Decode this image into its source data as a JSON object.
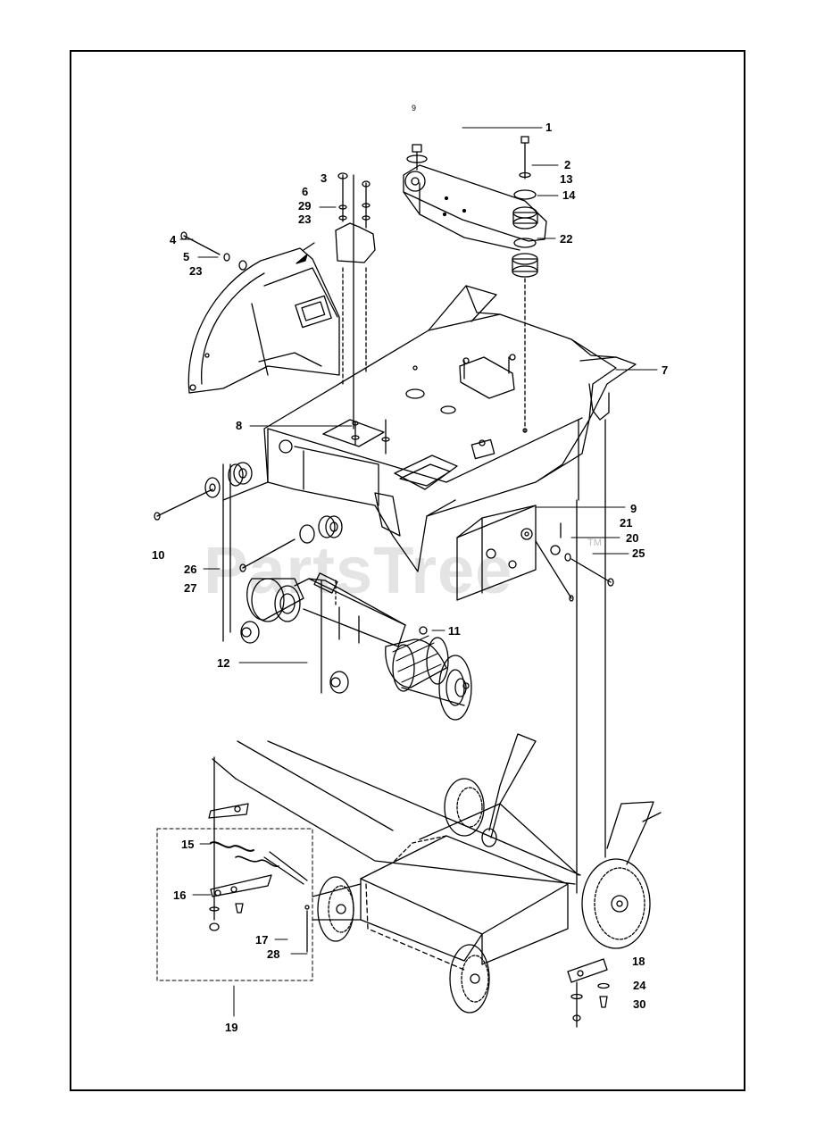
{
  "watermark": {
    "text": "PartsTree",
    "tm": "TM"
  },
  "ref_mark": "9",
  "callouts": {
    "c1": "1",
    "c2": "2",
    "c13": "13",
    "c14": "14",
    "c22": "22",
    "c3": "3",
    "c6": "6",
    "c29": "29",
    "c23a": "23",
    "c4": "4",
    "c5": "5",
    "c23b": "23",
    "c7": "7",
    "c8": "8",
    "c9": "9",
    "c21": "21",
    "c20": "20",
    "c25": "25",
    "c10": "10",
    "c26": "26",
    "c27": "27",
    "c11": "11",
    "c12": "12",
    "c15": "15",
    "c16": "16",
    "c17": "17",
    "c28": "28",
    "c19": "19",
    "c18": "18",
    "c24": "24",
    "c30": "30"
  }
}
